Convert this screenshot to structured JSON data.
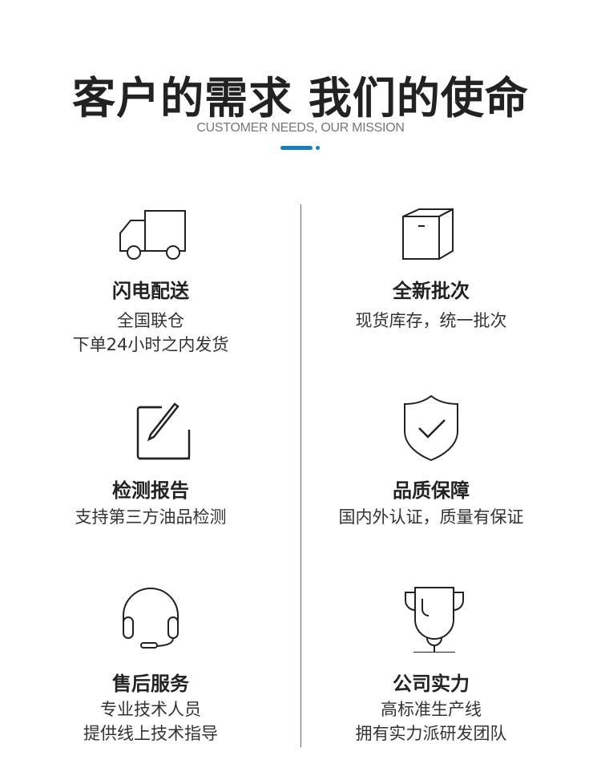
{
  "header": {
    "title": "客户的需求 我们的使命",
    "subtitle": "CUSTOMER NEEDS, OUR MISSION",
    "accent": "#1a7bbd"
  },
  "features": [
    {
      "icon": "truck-icon",
      "title": "闪电配送",
      "lines": [
        "全国联仓",
        "下单24小时之内发货"
      ]
    },
    {
      "icon": "box-icon",
      "title": "全新批次",
      "lines": [
        "现货库存，统一批次"
      ]
    },
    {
      "icon": "edit-icon",
      "title": "检测报告",
      "lines": [
        "支持第三方油品检测"
      ]
    },
    {
      "icon": "shield-check-icon",
      "title": "品质保障",
      "lines": [
        "国内外认证，质量有保证"
      ]
    },
    {
      "icon": "headset-icon",
      "title": "售后服务",
      "lines": [
        "专业技术人员",
        "提供线上技术指导"
      ]
    },
    {
      "icon": "trophy-icon",
      "title": "公司实力",
      "lines": [
        "高标准生产线",
        "拥有实力派研发团队"
      ]
    }
  ]
}
